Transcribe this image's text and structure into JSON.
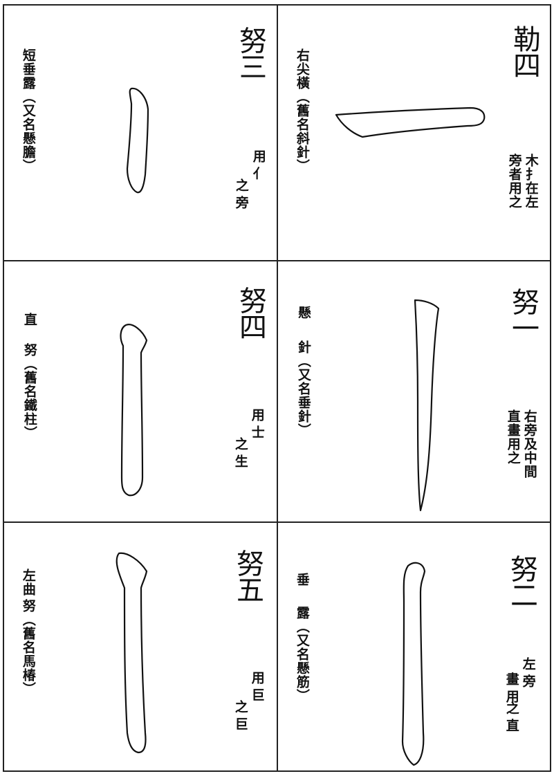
{
  "cells": [
    {
      "id": "top-left",
      "title": "努三",
      "label": "短垂露（又名懸膽）",
      "usage": [
        "用亻",
        "之旁"
      ]
    },
    {
      "id": "top-right",
      "title": "勒四",
      "label": "右尖橫（舊名斜針）",
      "usage": [
        "木扌在左",
        "旁者用之"
      ]
    },
    {
      "id": "mid-left",
      "title": "努四",
      "label": [
        "直",
        "努（舊名鐵柱）"
      ],
      "usage": [
        "用士",
        "之生"
      ]
    },
    {
      "id": "mid-right",
      "title": "努一",
      "label": [
        "懸",
        "針（又名垂針）"
      ],
      "usage": [
        "右旁及中間",
        "直畫用之"
      ]
    },
    {
      "id": "bot-left",
      "title": "努五",
      "label": [
        "左曲",
        "努（舊名馬椿）"
      ],
      "usage": [
        "用巨",
        "之巨"
      ]
    },
    {
      "id": "bot-right",
      "title": "努二",
      "label": [
        "垂",
        "露（又名懸筋）"
      ],
      "usage": [
        "左旁",
        "畫用",
        "之直"
      ]
    }
  ]
}
